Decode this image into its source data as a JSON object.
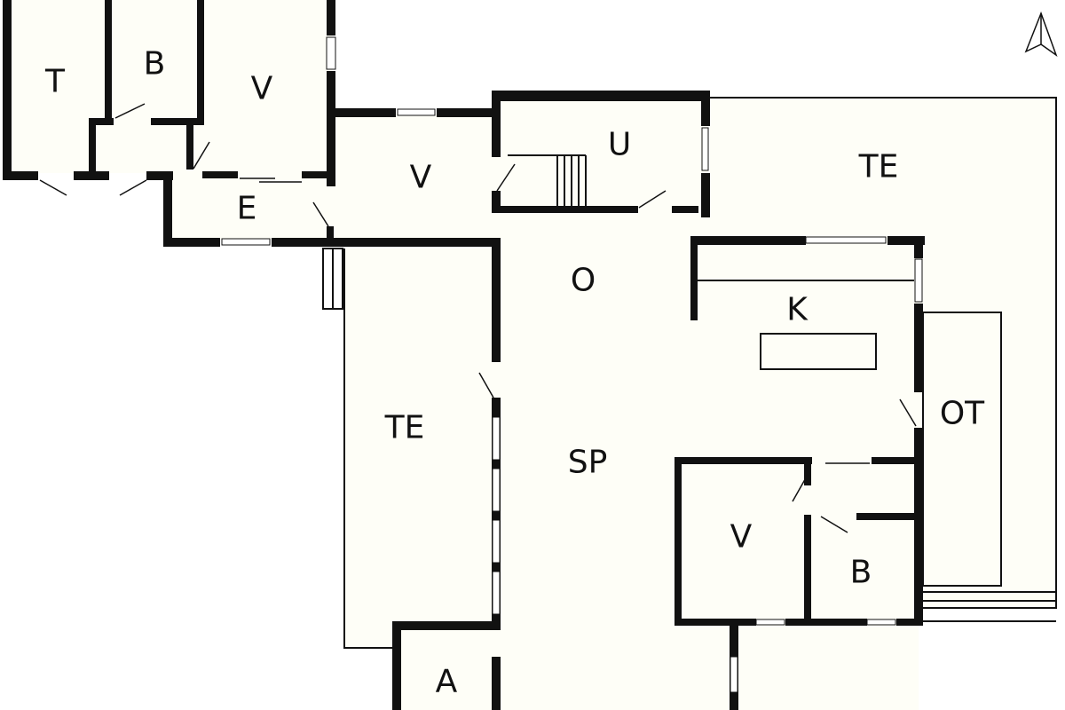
{
  "plan": {
    "rooms": {
      "t": "T",
      "b_top": "B",
      "v_top": "V",
      "e": "E",
      "v_mid": "V",
      "u": "U",
      "te_right": "TE",
      "o": "O",
      "k": "K",
      "te_left": "TE",
      "sp": "SP",
      "ot": "OT",
      "v_bottom": "V",
      "b_bottom": "B",
      "a": "A"
    }
  },
  "colors": {
    "wall": "#111111",
    "floor": "#fefef7",
    "background": "#ffffff"
  },
  "icons": {
    "north_arrow": "north-arrow-icon"
  }
}
